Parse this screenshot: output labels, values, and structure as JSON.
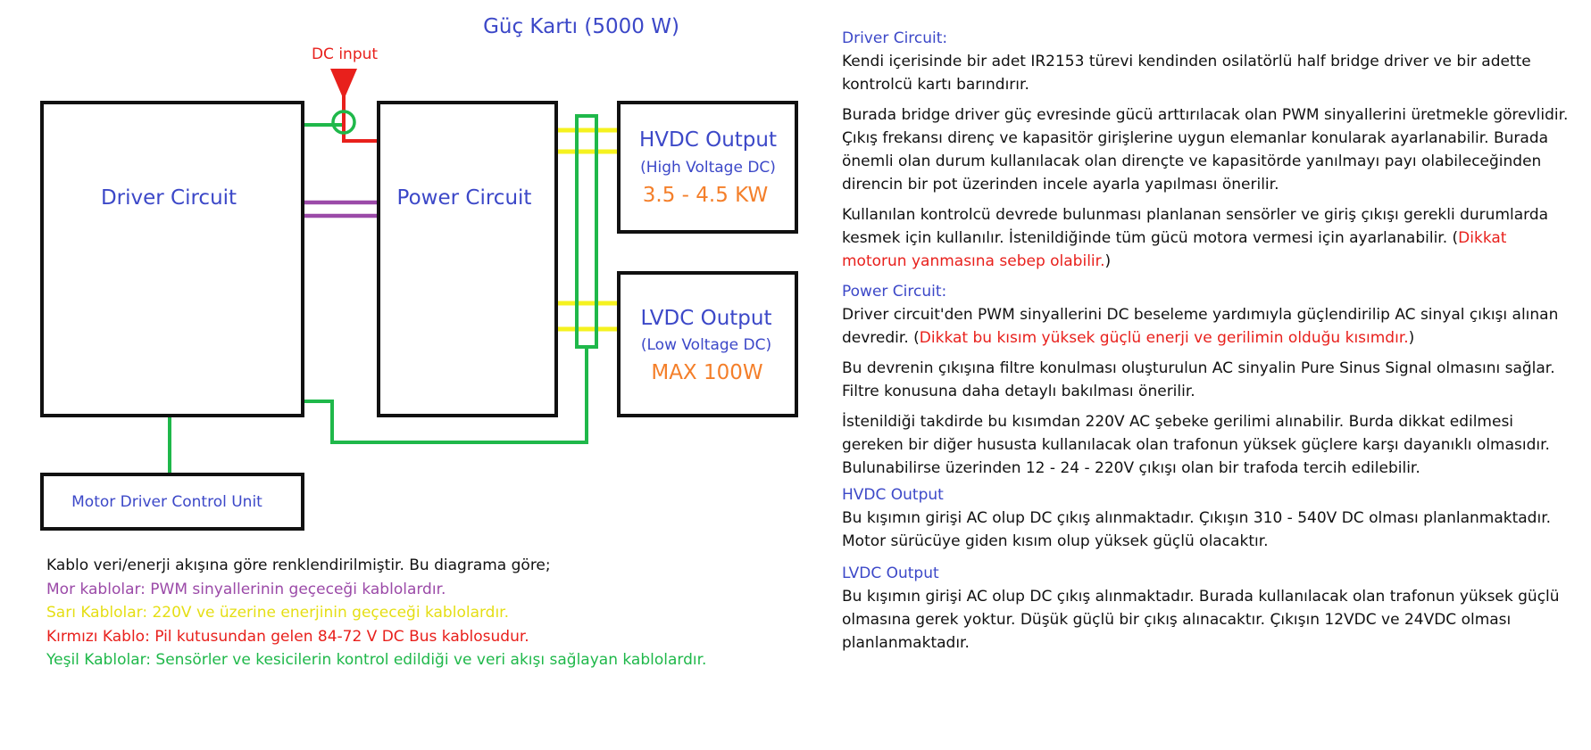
{
  "title": "Güç Kartı (5000 W)",
  "colors": {
    "blue_text": "#3c48c8",
    "orange_text": "#f47f2a",
    "red_wire": "#e8201c",
    "green_wire": "#1fb84a",
    "purple_wire": "#9b4aa8",
    "yellow_wire": "#f5f21f"
  },
  "diagram": {
    "dc_input": "DC input",
    "driver_circuit": "Driver Circuit",
    "power_circuit": "Power Circuit",
    "hvdc": {
      "title": "HVDC Output",
      "subtitle": "(High Voltage  DC)",
      "value": "3.5 - 4.5 KW"
    },
    "lvdc": {
      "title": "LVDC Output",
      "subtitle": "(Low Voltage DC)",
      "value": "MAX 100W"
    },
    "motor_unit": "Motor Driver Control Unit"
  },
  "legend": {
    "intro": "Kablo veri/enerji akışına göre renklendirilmiştir. Bu diagrama göre;",
    "purple": "Mor kablolar: PWM sinyallerinin geçeceği kablolardır.",
    "yellow": "Sarı  Kablolar: 220V ve üzerine enerjinin geçeceği kablolardır.",
    "red": "Kırmızı Kablo: Pil kutusundan gelen 84-72 V DC Bus kablosudur.",
    "green": "Yeşil Kablolar: Sensörler ve kesicilerin kontrol edildiği ve veri akışı sağlayan kablolardır."
  },
  "desc": {
    "driver": {
      "heading": "Driver Circuit:",
      "p1": "Kendi içerisinde bir adet IR2153 türevi kendinden osilatörlü half bridge driver ve bir adette kontrolcü kartı barındırır.",
      "p2": "Burada bridge driver güç evresinde gücü arttırılacak olan PWM sinyallerini üretmekle görevlidir. Çıkış frekansı direnç ve kapasitör girişlerine uygun elemanlar konularak ayarlanabilir. Burada önemli olan durum kullanılacak olan dirençte ve kapasitörde yanılmayı payı olabileceğinden direncin bir pot üzerinden incele ayarla yapılması önerilir.",
      "p3": "Kullanılan kontrolcü devrede bulunması planlanan sensörler ve giriş çıkışı gerekli durumlarda kesmek için kullanılır. İstenildiğinde tüm gücü motora vermesi için ayarlanabilir. (",
      "p3_warning": "Dikkat motorun yanmasına sebep olabilir.",
      "p3_end": ")"
    },
    "power": {
      "heading": "Power Circuit:",
      "p1": "Driver circuit'den PWM sinyallerini DC beseleme yardımıyla güçlendirilip AC sinyal çıkışı alınan devredir. (",
      "p1_warning": "Dikkat bu kısım yüksek güçlü enerji ve gerilimin olduğu kısımdır.",
      "p1_end": ")",
      "p2": "Bu devrenin çıkışına filtre konulması oluşturulun AC sinyalin Pure Sinus Signal olmasını sağlar. Filtre konusuna daha detaylı bakılması önerilir.",
      "p3": "İstenildiği takdirde bu kısımdan 220V AC şebeke gerilimi alınabilir. Burda dikkat edilmesi gereken bir diğer hususta kullanılacak olan trafonun yüksek güçlere karşı dayanıklı olmasıdır. Bulunabilirse üzerinden 12 - 24 - 220V çıkışı olan bir trafoda tercih edilebilir."
    },
    "hvdc": {
      "heading": "HVDC Output",
      "p1": "Bu kışımın girişi AC olup DC çıkış alınmaktadır. Çıkışın 310 - 540V DC olması planlanmaktadır. Motor sürücüye giden kısım olup yüksek güçlü olacaktır."
    },
    "lvdc": {
      "heading": "LVDC Output",
      "p1": "Bu kışımın girişi AC olup DC çıkış alınmaktadır. Burada kullanılacak olan trafonun yüksek güçlü olmasına gerek yoktur. Düşük güçlü bir çıkış alınacaktır. Çıkışın 12VDC ve 24VDC olması planlanmaktadır."
    }
  }
}
